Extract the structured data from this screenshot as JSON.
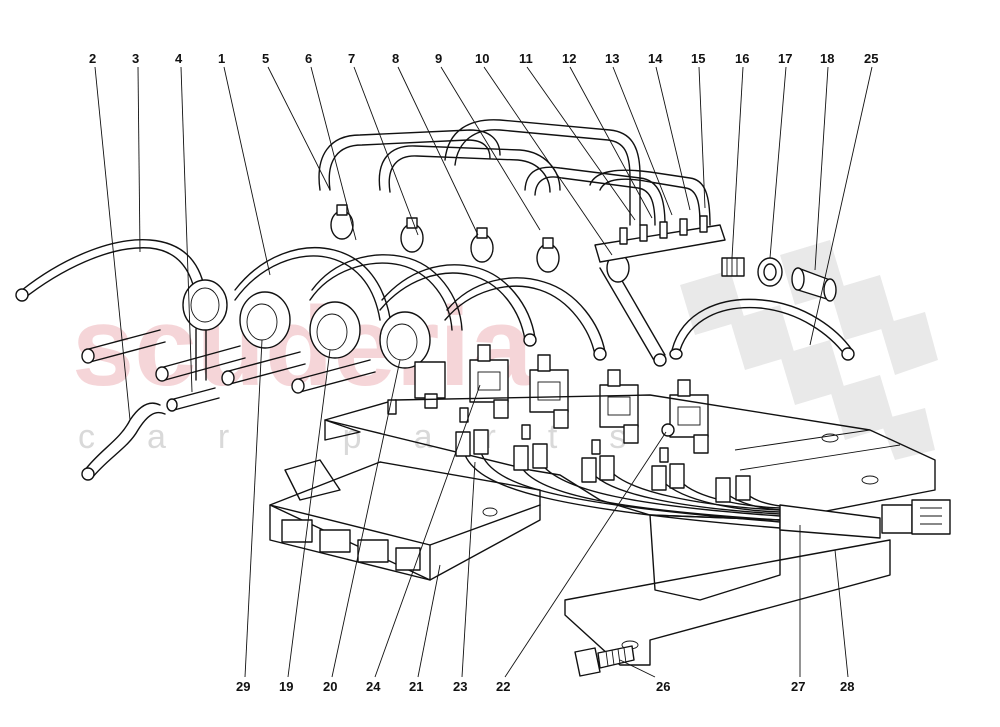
{
  "watermark": {
    "brand": "scuderia",
    "tagline": "car parts"
  },
  "callouts_top": [
    "2",
    "3",
    "4",
    "1",
    "5",
    "6",
    "7",
    "8",
    "9",
    "10",
    "11",
    "12",
    "13",
    "14",
    "15",
    "16",
    "17",
    "18",
    "25"
  ],
  "callouts_bottom": [
    "29",
    "19",
    "20",
    "24",
    "21",
    "23",
    "22",
    "26",
    "27",
    "28"
  ]
}
